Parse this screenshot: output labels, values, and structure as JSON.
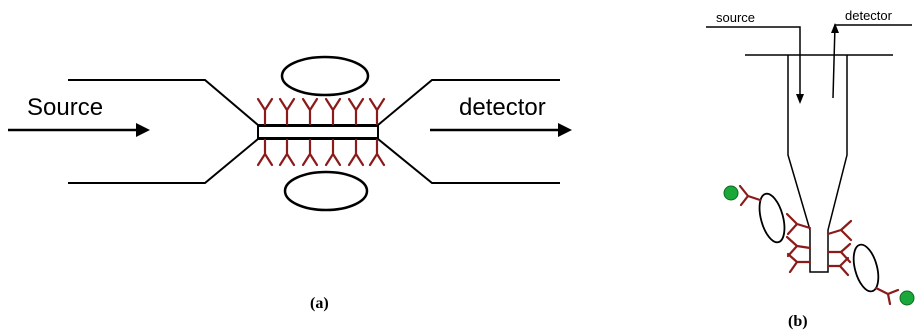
{
  "panel_a": {
    "source_label": "Source",
    "detector_label": "detector",
    "caption": "(a)"
  },
  "panel_b": {
    "source_label": "source",
    "detector_label": "detector",
    "caption": "(b)"
  },
  "colors": {
    "line": "#000000",
    "antibody": "#8b1a1a",
    "antigen": "#1aa83a",
    "background": "#ffffff"
  }
}
